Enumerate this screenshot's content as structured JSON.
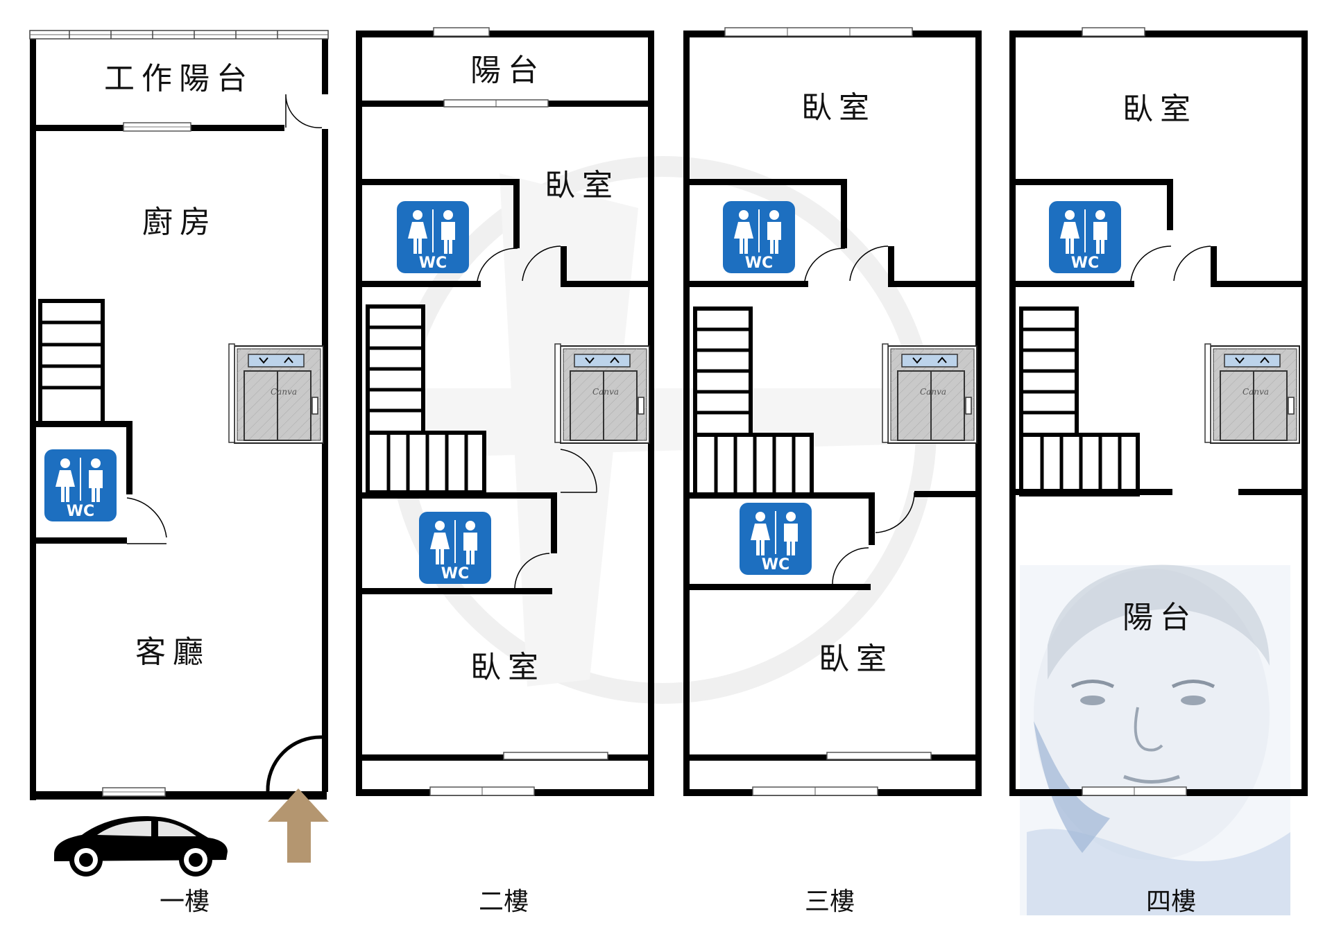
{
  "floors": [
    {
      "name": "一樓",
      "rooms": [
        "工作陽台",
        "廚房",
        "客廳"
      ],
      "wc_label": "WC"
    },
    {
      "name": "二樓",
      "rooms": [
        "陽台",
        "臥室",
        "臥室"
      ],
      "wc_labels": [
        "WC",
        "WC"
      ]
    },
    {
      "name": "三樓",
      "rooms": [
        "臥室",
        "臥室"
      ],
      "wc_labels": [
        "WC",
        "WC"
      ]
    },
    {
      "name": "四樓",
      "rooms": [
        "臥室",
        "陽台"
      ],
      "wc_label": "WC"
    }
  ],
  "elevator_brand": "Canva",
  "icons": {
    "entrance": "entrance-arrow-icon",
    "car": "car-icon",
    "wc": "restroom-icon",
    "elevator": "elevator-icon"
  },
  "colors": {
    "wall": "#000000",
    "wc_badge": "#1d6fc0",
    "arrow": "#b49670",
    "watermark": "#e5e5e5",
    "portrait_tint": "#d9e4f3"
  }
}
